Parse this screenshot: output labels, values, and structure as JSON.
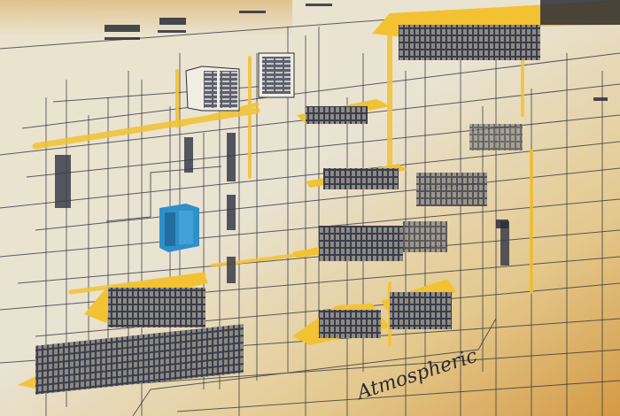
{
  "diagram": {
    "style": "vintage technical blueprint illustration",
    "text_legibility": "illegible pseudo-script labels",
    "colors": {
      "paper_top": "#ece6d4",
      "paper_mid": "#e8dcc0",
      "paper_bottom_right": "#d9a552",
      "ink": "#2b2d3a",
      "highlight": "#f2c232",
      "accent_blue": "#2f8fc9"
    },
    "elements": {
      "server_cabinets": 3,
      "highlighted_building_blocks": 8,
      "connector_lines": "dense orthogonal grid",
      "signature": "Atmospheric"
    }
  }
}
